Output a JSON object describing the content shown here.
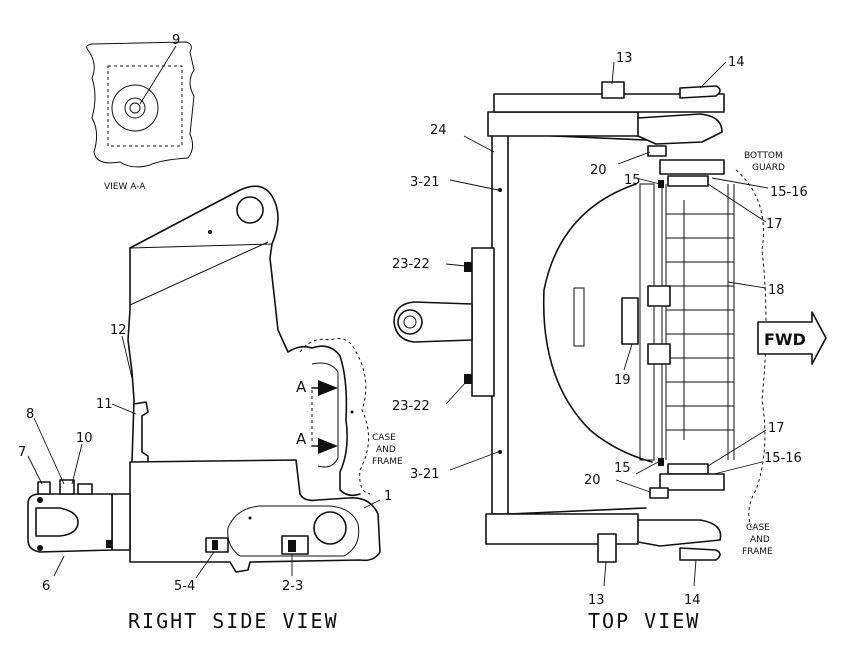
{
  "views": {
    "view_aa": {
      "title": "VIEW A-A",
      "refs": [
        "9"
      ]
    },
    "right_side": {
      "title": "RIGHT SIDE VIEW",
      "refs": {
        "r12": "12",
        "r11": "11",
        "r8": "8",
        "r10": "10",
        "r7": "7",
        "r6": "6",
        "r54": "5-4",
        "r23": "2-3",
        "r1": "1"
      },
      "section_a_top": "A",
      "section_a_bottom": "A",
      "case_frame": [
        "CASE",
        "AND",
        "FRAME"
      ]
    },
    "top": {
      "title": "TOP VIEW",
      "refs": {
        "r13t": "13",
        "r14t": "14",
        "r24": "24",
        "r321t": "3-21",
        "r20t": "20",
        "r15t": "15",
        "r1516t": "15-16",
        "r17t": "17",
        "r2322t": "23-22",
        "r18": "18",
        "r19": "19",
        "r2322b": "23-22",
        "r17b": "17",
        "r321b": "3-21",
        "r1516b": "15-16",
        "r20b": "20",
        "r15b": "15",
        "r13b": "13",
        "r14b": "14"
      },
      "bottom_guard": [
        "BOTTOM",
        "GUARD"
      ],
      "case_frame": [
        "CASE",
        "AND",
        "FRAME"
      ],
      "direction_label": "FWD"
    }
  }
}
